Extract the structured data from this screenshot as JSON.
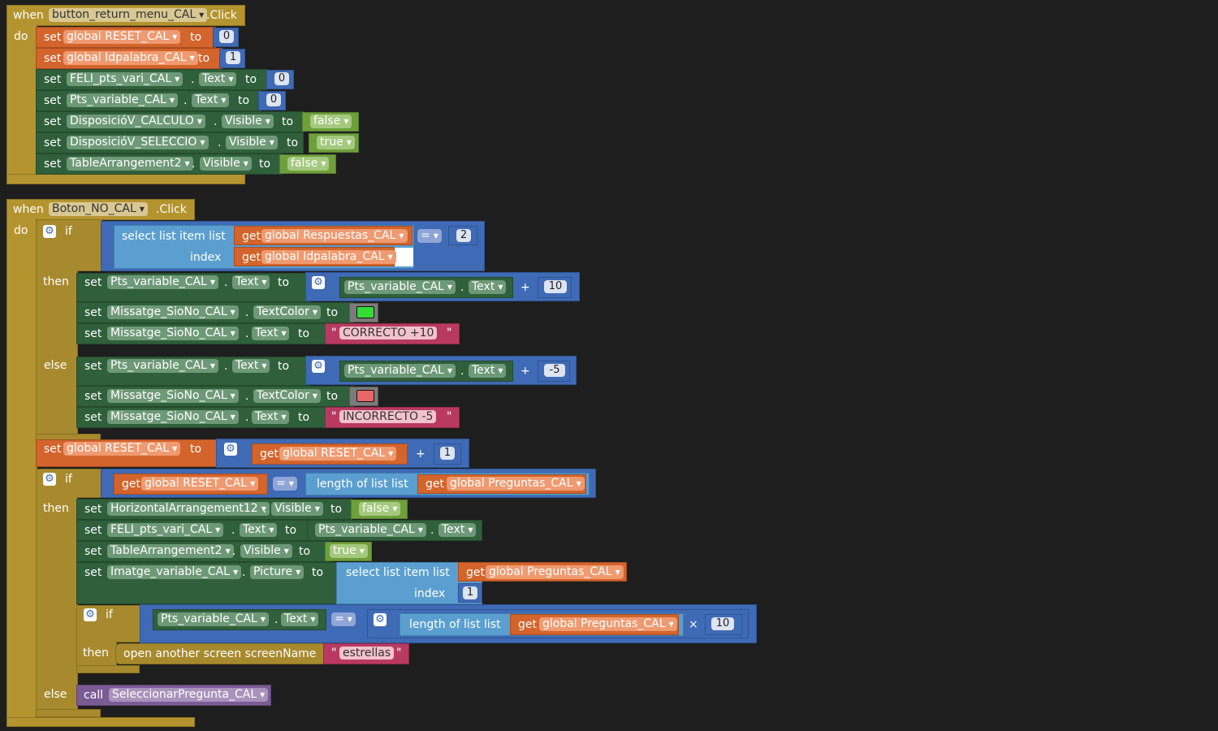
{
  "kw": {
    "when": "when",
    "do": "do",
    "set": "set",
    "to": "to",
    "if": "if",
    "then": "then",
    "else": "else",
    "get": "get",
    "call": "call",
    "click": ".Click",
    "dot": ".",
    "sel": "select list item  list",
    "index": "index",
    "len": "length of list  list",
    "open": "open another screen  screenName",
    "plus": "+",
    "times": "×",
    "eq": "=",
    "q": "\""
  },
  "e1": {
    "component": "button_return_menu_CAL",
    "rows": [
      {
        "target": "global RESET_CAL",
        "value": "0"
      },
      {
        "target": "global Idpalabra_CAL",
        "value": "1"
      },
      {
        "component": "FELI_pts_vari_CAL",
        "prop": "Text",
        "value": "0"
      },
      {
        "component": "Pts_variable_CAL",
        "prop": "Text",
        "value": "0"
      },
      {
        "component": "DisposicióV_CALCULO",
        "prop": "Visible",
        "value": "false"
      },
      {
        "component": "DisposicióV_SELECCIO",
        "prop": "Visible",
        "value": "true"
      },
      {
        "component": "TableArrangement2",
        "prop": "Visible",
        "value": "false"
      }
    ]
  },
  "e2": {
    "component": "Boton_NO_CAL",
    "if1": {
      "list": "global Respuestas_CAL",
      "index": "global Idpalabra_CAL",
      "num": "2",
      "then": [
        {
          "component": "Pts_variable_CAL",
          "prop": "Text",
          "arg_component": "Pts_variable_CAL",
          "arg_prop": "Text",
          "num": "10"
        },
        {
          "component": "Missatge_SioNo_CAL",
          "prop": "TextColor",
          "color": "#33dd33"
        },
        {
          "component": "Missatge_SioNo_CAL",
          "prop": "Text",
          "string": "CORRECTO +10"
        }
      ],
      "else": [
        {
          "component": "Pts_variable_CAL",
          "prop": "Text",
          "arg_component": "Pts_variable_CAL",
          "arg_prop": "Text",
          "num": "-5"
        },
        {
          "component": "Missatge_SioNo_CAL",
          "prop": "TextColor",
          "color": "#e86868"
        },
        {
          "component": "Missatge_SioNo_CAL",
          "prop": "Text",
          "string": "INCORRECTO -5"
        }
      ]
    },
    "reset": {
      "target": "global RESET_CAL",
      "get": "global RESET_CAL",
      "num": "1"
    },
    "if2": {
      "left": "global RESET_CAL",
      "right": "global Preguntas_CAL",
      "then": [
        {
          "component": "HorizontalArrangement12",
          "prop": "Visible",
          "value": "false"
        },
        {
          "component": "FELI_pts_vari_CAL",
          "prop": "Text",
          "arg_component": "Pts_variable_CAL",
          "arg_prop": "Text"
        },
        {
          "component": "TableArrangement2",
          "prop": "Visible",
          "value": "true"
        },
        {
          "component": "Imatge_variable_CAL",
          "prop": "Picture",
          "list": "global Preguntas_CAL",
          "index": "1"
        }
      ],
      "inner_if": {
        "component": "Pts_variable_CAL",
        "prop": "Text",
        "list": "global Preguntas_CAL",
        "num": "10",
        "screen": "estrellas"
      },
      "else_call": "SeleccionarPregunta_CAL"
    }
  },
  "colors": {
    "event": "#b4942f",
    "component": "#2f5f3b",
    "variable": "#d3642c",
    "list": "#5b9fd0",
    "math": "#3f6ab5",
    "logic": "#6f9f3b",
    "text": "#b83a62",
    "procedure": "#7b5b95",
    "background": "#1e1e1e"
  }
}
